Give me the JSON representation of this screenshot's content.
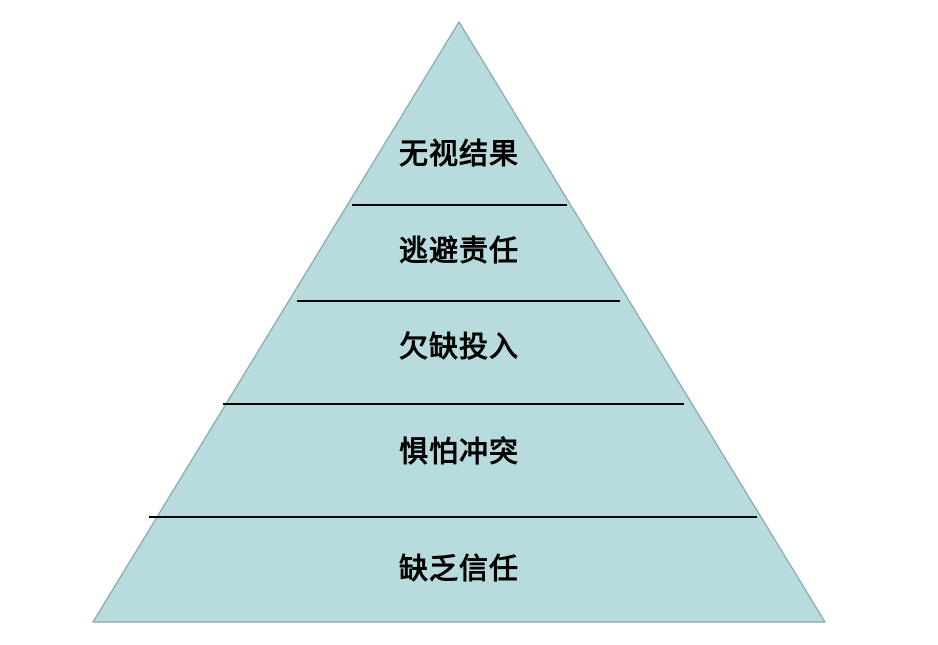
{
  "pyramid": {
    "fill_color": "#b8dcde",
    "border_color": "#8fadb4",
    "divider_color": "#000000",
    "text_color": "#000000",
    "levels": [
      {
        "label": "无视结果"
      },
      {
        "label": "逃避责任"
      },
      {
        "label": "欠缺投入"
      },
      {
        "label": "惧怕冲突"
      },
      {
        "label": "缺乏信任"
      }
    ]
  }
}
